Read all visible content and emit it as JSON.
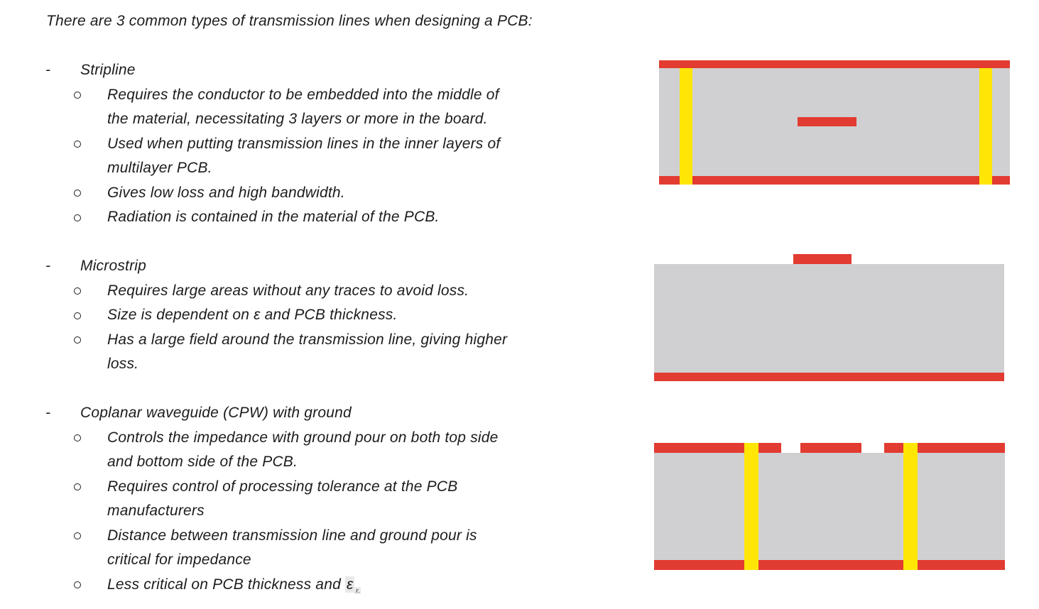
{
  "markers": {
    "dash": "-"
  },
  "content": {
    "title": "There are 3 common types of transmission lines when designing a PCB:",
    "sections": [
      {
        "label": "Stripline",
        "bullets": [
          {
            "lines": [
              "Requires the conductor to be embedded into the middle of",
              "the material, necessitating 3 layers or more in the board."
            ]
          },
          {
            "lines": [
              "Used when putting transmission lines in the inner layers of",
              "multilayer PCB."
            ]
          },
          {
            "lines": [
              "Gives low loss and high bandwidth."
            ]
          },
          {
            "lines": [
              "Radiation is contained in the material of the PCB."
            ]
          }
        ]
      },
      {
        "label": "Microstrip",
        "bullets": [
          {
            "lines": [
              "Requires large areas without any traces to avoid loss."
            ]
          },
          {
            "lines": [
              "Size is dependent on ε and PCB thickness."
            ]
          },
          {
            "lines": [
              "Has a large field around the transmission line, giving higher",
              "loss."
            ]
          }
        ]
      },
      {
        "label": "Coplanar waveguide (CPW) with ground",
        "bullets": [
          {
            "lines": [
              "Controls the impedance with ground pour on both top side",
              "and bottom side of the PCB."
            ]
          },
          {
            "lines": [
              "Requires control of processing tolerance at the PCB",
              "manufacturers"
            ]
          },
          {
            "lines": [
              "Distance between transmission line and ground pour is",
              "critical for impedance"
            ]
          },
          {
            "lines": [
              "Less critical on PCB thickness and "
            ],
            "equation": {
              "symbol": "ε",
              "subscript": "r."
            }
          }
        ]
      }
    ]
  },
  "diagrams": [
    {
      "id": "stripline",
      "description": "Stripline cross-section: copper ground planes on top and bottom, conductor embedded in the middle of the substrate, stitching vias at left and right"
    },
    {
      "id": "microstrip",
      "description": "Microstrip cross-section: trace on top of the substrate, ground plane on the bottom"
    },
    {
      "id": "cpw-with-ground",
      "description": "Coplanar waveguide with ground cross-section: top ground pour with gaps around the center trace, bottom ground plane, stitching vias connecting top and bottom grounds"
    }
  ],
  "colors": {
    "copper": "#e23b31",
    "via": "#ffe606",
    "substrate": "#d0d0d2",
    "text": "#1c1c1c",
    "eq-highlight": "#e9e9e9",
    "background": "#ffffff"
  }
}
